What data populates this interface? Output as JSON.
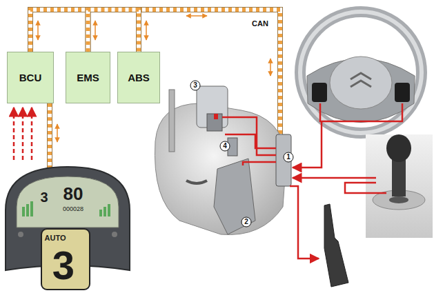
{
  "diagram": {
    "nodes": [
      {
        "text": [
          "BCU"
        ]
      },
      {
        "text": [
          "EMS"
        ]
      },
      {
        "text": [
          "ABS"
        ]
      }
    ],
    "edges": [
      {
        "from": 0,
        "to": 1,
        "arrow": "none"
      },
      {
        "from": 1,
        "to": 2,
        "arrow": "none"
      }
    ],
    "labels": [
      "CAN",
      "3",
      "4",
      "1",
      "2",
      "80",
      "3",
      "000028",
      "AUTO",
      "3"
    ]
  }
}
